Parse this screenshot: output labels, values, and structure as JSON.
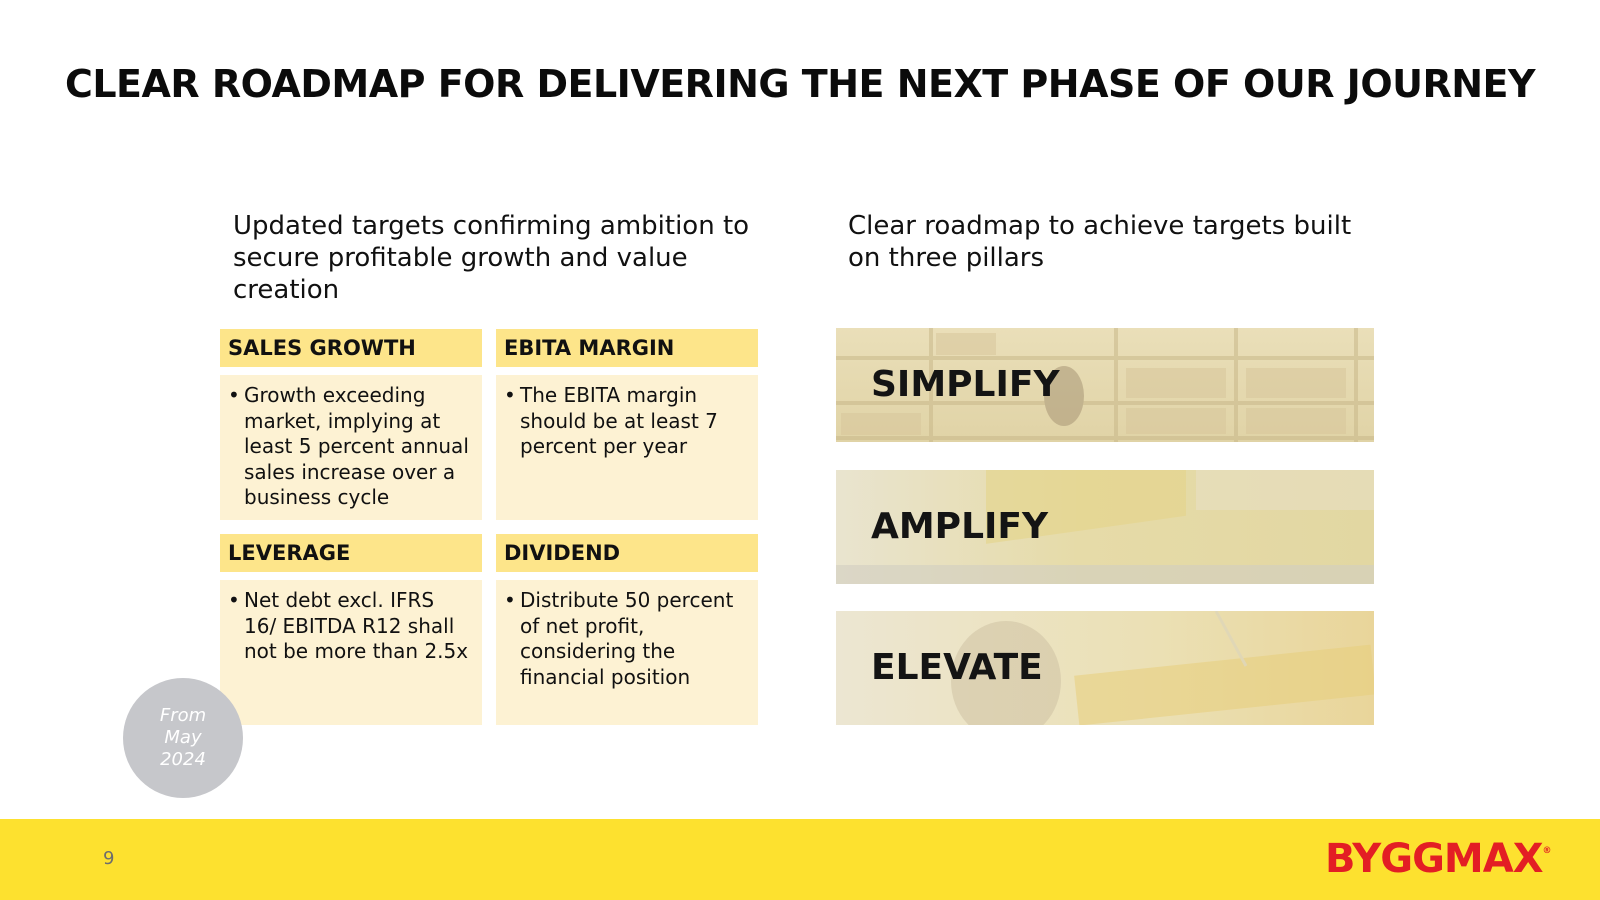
{
  "title": "CLEAR ROADMAP FOR DELIVERING THE NEXT PHASE OF OUR JOURNEY",
  "left_subhead": "Updated targets confirming ambition to secure profitable growth and value creation",
  "right_subhead": "Clear roadmap to achieve targets built on three pillars",
  "cards": [
    {
      "heading": "SALES GROWTH",
      "text": "Growth exceeding market, implying at least 5 percent annual sales increase over a business cycle"
    },
    {
      "heading": "EBITA MARGIN",
      "text": "The EBITA margin should be at least 7 percent per year"
    },
    {
      "heading": "LEVERAGE",
      "text": "Net debt excl. IFRS 16/ EBITDA R12 shall not be more than 2.5x"
    },
    {
      "heading": "DIVIDEND",
      "text": "Distribute 50 percent of net profit, considering the financial position"
    }
  ],
  "badge": {
    "line1": "From",
    "line2": "May",
    "line3": "2024"
  },
  "pillars": [
    {
      "label": "SIMPLIFY"
    },
    {
      "label": "AMPLIFY"
    },
    {
      "label": "ELEVATE"
    }
  ],
  "footer": {
    "page_number": "9",
    "logo_text": "BYGGMAX",
    "logo_mark": "®"
  },
  "colors": {
    "accent_yellow": "#fde12f",
    "card_header": "#fde58a",
    "card_body": "#fdf2d3",
    "logo_red": "#e31e24",
    "badge_gray": "#c6c7cb"
  }
}
